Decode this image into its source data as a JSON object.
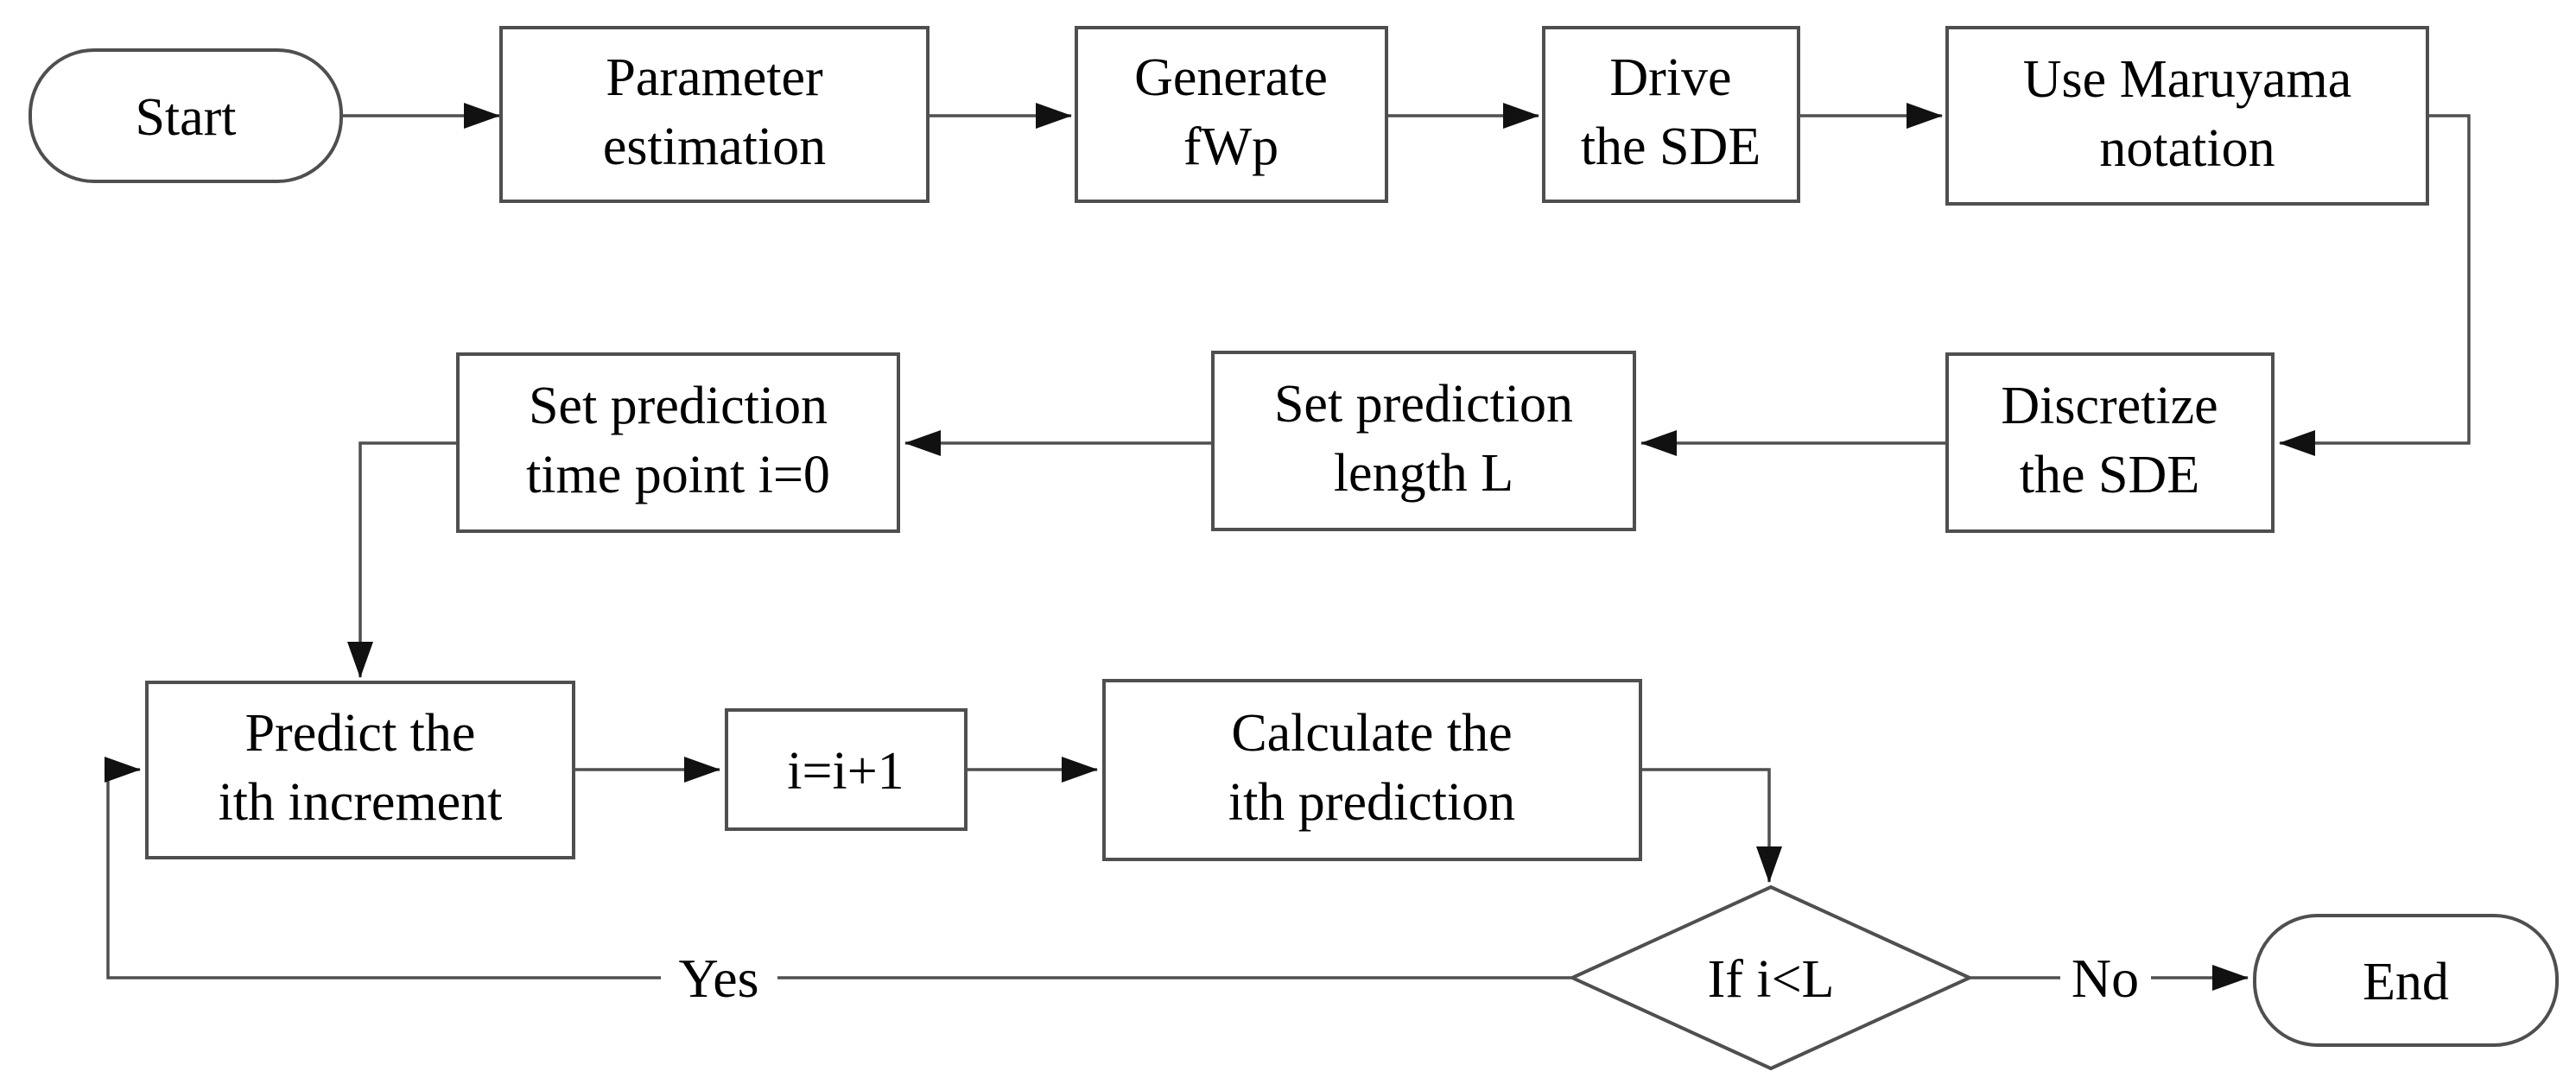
{
  "diagram": {
    "background": "#ffffff",
    "stroke_color": "#4f4f4f",
    "text_color": "#000000",
    "nodes": {
      "start": {
        "type": "terminator",
        "label": "Start"
      },
      "parameter_estimation": {
        "type": "process",
        "lines": [
          "Parameter",
          "estimation"
        ]
      },
      "generate_fwp": {
        "type": "process",
        "lines": [
          "Generate",
          "fWp"
        ]
      },
      "drive_sde": {
        "type": "process",
        "lines": [
          "Drive",
          "the SDE"
        ]
      },
      "use_maruyama": {
        "type": "process",
        "lines": [
          "Use Maruyama",
          "notation"
        ]
      },
      "discretize_sde": {
        "type": "process",
        "lines": [
          "Discretize",
          "the SDE"
        ]
      },
      "set_prediction_length": {
        "type": "process",
        "lines": [
          "Set prediction",
          "length L"
        ]
      },
      "set_prediction_time": {
        "type": "process",
        "lines": [
          "Set prediction",
          "time point i=0"
        ]
      },
      "predict_increment": {
        "type": "process",
        "lines": [
          "Predict the",
          "ith increment"
        ]
      },
      "increment_counter": {
        "type": "process",
        "label": "i=i+1"
      },
      "calculate_prediction": {
        "type": "process",
        "lines": [
          "Calculate the",
          "ith prediction"
        ]
      },
      "decision": {
        "type": "decision",
        "label": "If i<L"
      },
      "end": {
        "type": "terminator",
        "label": "End"
      }
    },
    "edge_labels": {
      "yes": "Yes",
      "no": "No"
    }
  }
}
